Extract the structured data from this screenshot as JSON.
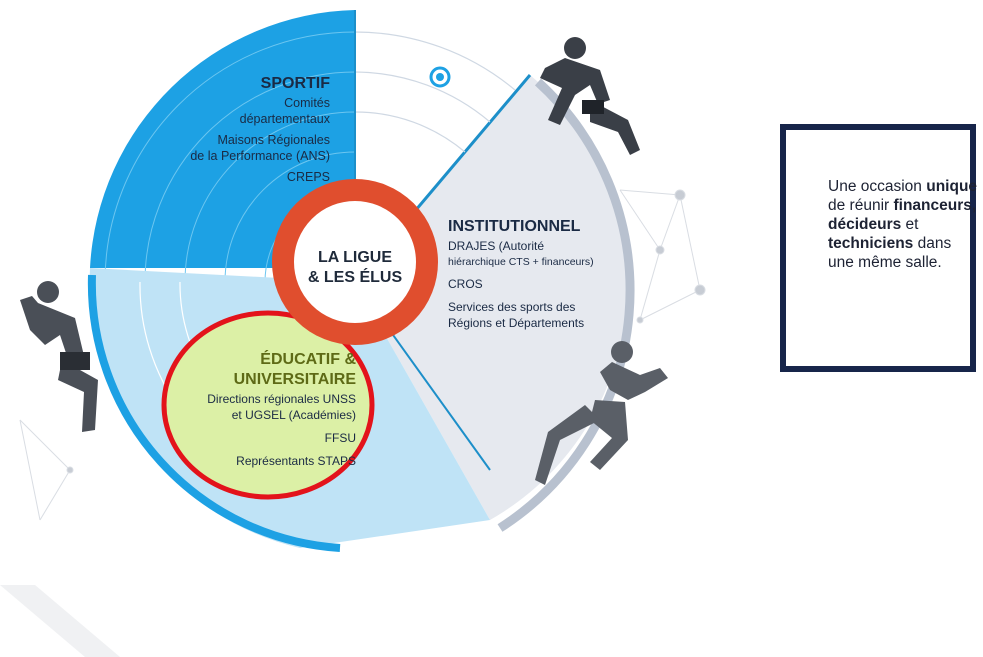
{
  "center": {
    "line1": "LA LIGUE",
    "line2": "& LES ÉLUS"
  },
  "sportif": {
    "title": "SPORTIF",
    "lines": [
      "Comités",
      "départementaux",
      "Maisons Régionales",
      "de la Performance (ANS)",
      "CREPS"
    ]
  },
  "institutionnel": {
    "title": "INSTITUTIONNEL",
    "lines": [
      "DRAJES (Autorité",
      "hiérarchique CTS + financeurs)",
      "CROS",
      "Services des sports des",
      "Régions et Départements"
    ]
  },
  "educatif": {
    "title_line1": "ÉDUCATIF &",
    "title_line2": "UNIVERSITAIRE",
    "lines": [
      "Directions régionales UNSS",
      "et UGSEL (Académies)",
      "FFSU",
      "Représentants STAPS"
    ]
  },
  "callout": {
    "p1": "Une occasion ",
    "b1": "unique",
    "p2": " de réunir ",
    "b2": "financeurs,",
    "p3": " ",
    "b3": "décideurs",
    "p4": " et ",
    "b4": "techniciens",
    "p5": " dans une même salle."
  },
  "colors": {
    "sportif_blue": "#1da1e4",
    "institutionnel_grey": "#e6e9ef",
    "educatif_light_blue": "#bfe3f6",
    "center_ring": "#e04e2e",
    "highlight_fill": "#dcf0a6",
    "highlight_circle": "#e3131b",
    "educatif_title": "#5e6a16",
    "callout_border": "#17254a"
  },
  "icons": [
    "runner-top-icon",
    "runner-left-icon",
    "runner-right-icon",
    "network-dots-icon"
  ]
}
